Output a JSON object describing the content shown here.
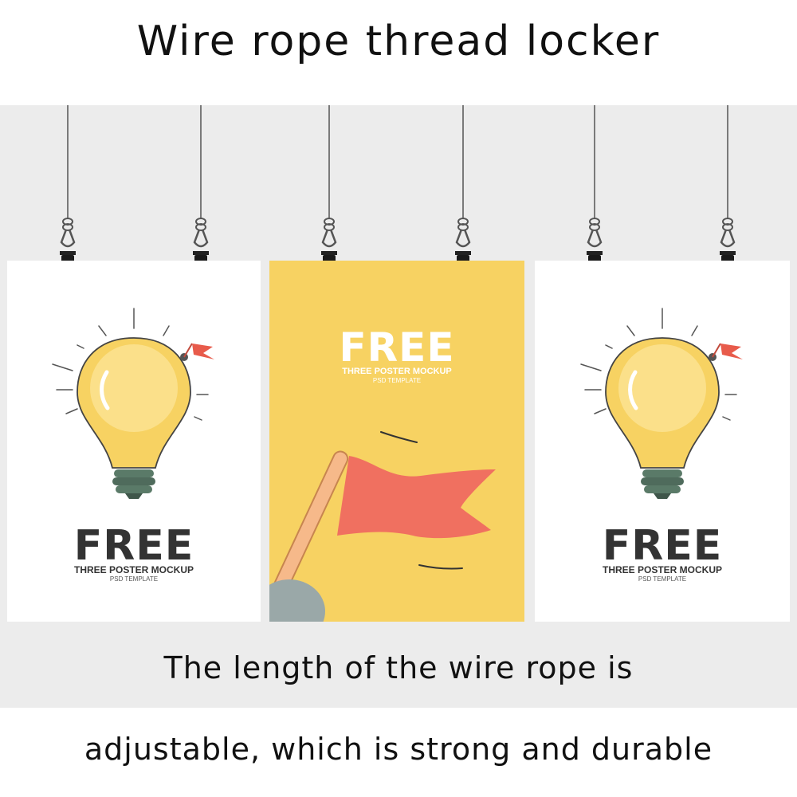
{
  "title": "Wire rope thread locker",
  "posters": [
    {
      "headline": "FREE",
      "subline": "THREE POSTER MOCKUP",
      "tagline": "PSD TEMPLATE"
    },
    {
      "headline": "FREE",
      "subline": "THREE POSTER MOCKUP",
      "tagline": "PSD TEMPLATE"
    },
    {
      "headline": "FREE",
      "subline": "THREE POSTER MOCKUP",
      "tagline": "PSD TEMPLATE"
    }
  ],
  "caption": {
    "line1": "The length of the wire rope is",
    "line2": "adjustable, which is strong and durable"
  },
  "colors": {
    "background": "#ececec",
    "poster_yellow": "#f7d262",
    "bulb_yellow": "#f7d262",
    "flag_red": "#f07060",
    "headline_dark": "#333333"
  },
  "icons": [
    "wire-rope-icon",
    "clip-icon",
    "light-bulb-icon",
    "flag-icon"
  ]
}
